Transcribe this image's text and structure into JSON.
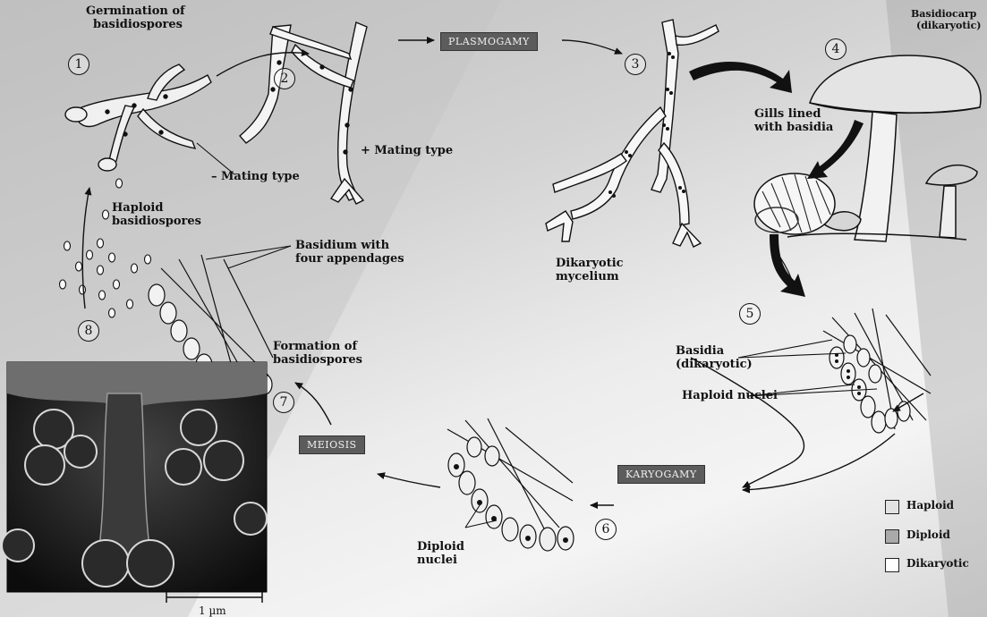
{
  "stages": {
    "s1": {
      "number": "1",
      "label_line1": "Germination of",
      "label_line2": "basidiospores"
    },
    "s2": {
      "number": "2"
    },
    "s3": {
      "number": "3"
    },
    "s4": {
      "number": "4",
      "label_line1": "Basidiocarp",
      "label_line2": "(dikaryotic)"
    },
    "s5": {
      "number": "5"
    },
    "s6": {
      "number": "6"
    },
    "s7": {
      "number": "7"
    },
    "s8": {
      "number": "8"
    }
  },
  "processes": {
    "plasmogamy": "PLASMOGAMY",
    "karyogamy": "KARYOGAMY",
    "meiosis": "MEIOSIS"
  },
  "labels": {
    "minus_mating": "– Mating type",
    "plus_mating": "+ Mating type",
    "dikaryotic_mycelium_1": "Dikaryotic",
    "dikaryotic_mycelium_2": "mycelium",
    "gills_1": "Gills lined",
    "gills_2": "with basidia",
    "haploid_spores_1": "Haploid",
    "haploid_spores_2": "basidiospores",
    "basidium_1": "Basidium with",
    "basidium_2": "four appendages",
    "basidia_1": "Basidia",
    "basidia_2": "(dikaryotic)",
    "haploid_nuclei": "Haploid nuclei",
    "formation_1": "Formation of",
    "formation_2": "basidiospores",
    "diploid_1": "Diploid",
    "diploid_2": "nuclei"
  },
  "scale_bar": "1 µm",
  "legend": [
    {
      "label": "Haploid",
      "color": "#e2e2e2"
    },
    {
      "label": "Diploid",
      "color": "#a9a9a9"
    },
    {
      "label": "Dikaryotic",
      "color": "#ffffff"
    }
  ],
  "colors": {
    "process_box": "#5c5c5c",
    "micrograph_bg": "#1a1a1a",
    "ink": "#111111"
  }
}
